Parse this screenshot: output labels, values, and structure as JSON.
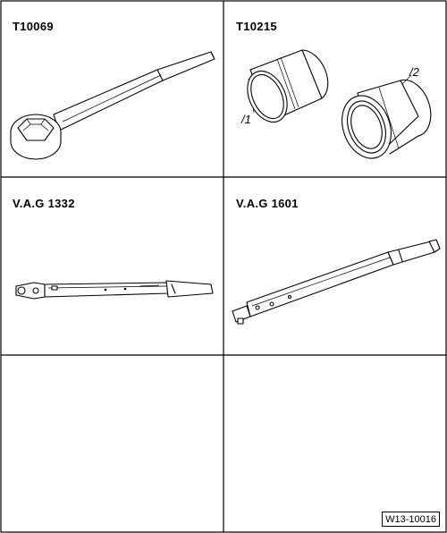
{
  "tools": [
    {
      "label": "T10069",
      "icon": "ring-spanner-icon"
    },
    {
      "label": "T10215",
      "icon": "sleeve-pair-icon",
      "callouts": [
        "/1",
        "/2"
      ]
    },
    {
      "label": "V.A.G 1332",
      "icon": "torque-wrench-icon"
    },
    {
      "label": "V.A.G 1601",
      "icon": "torque-wrench-long-icon"
    },
    {
      "label": "",
      "icon": ""
    },
    {
      "label": "",
      "icon": ""
    }
  ],
  "figure_code": "W13-10016"
}
